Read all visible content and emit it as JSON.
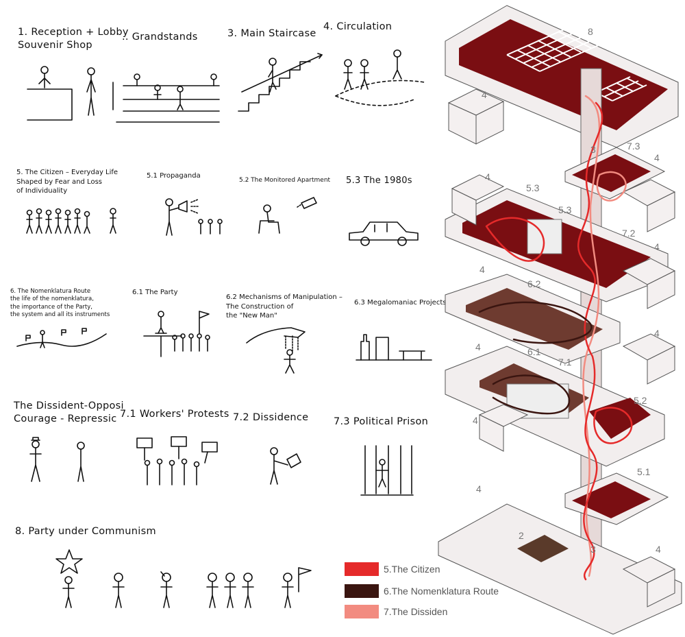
{
  "colors": {
    "citizen": "#e52a2a",
    "nomenklatura": "#3a1510",
    "dissident": "#f28b80",
    "floor_dark": "#7a0e12",
    "floor_brown": "#6e3b30"
  },
  "spaces": [
    {
      "id": "1",
      "text": "1.  Reception + Lobby\n     Souvenir Shop"
    },
    {
      "id": "2",
      "text": "..  Grandstands"
    },
    {
      "id": "3",
      "text": "3.  Main Staircase"
    },
    {
      "id": "4",
      "text": "4.  Circulation"
    },
    {
      "id": "5",
      "text": "5.  The Citizen – Everyday Life\n     Shaped by Fear and Loss\n     of Individuality"
    },
    {
      "id": "5.1",
      "text": "5.1  Propaganda"
    },
    {
      "id": "5.2",
      "text": "5.2  The Monitored Apartment"
    },
    {
      "id": "5.3",
      "text": "5.3  The 1980s"
    },
    {
      "id": "6",
      "text": "6.  The Nomenklatura Route\n     the life of the nomenklatura,\n     the importance of the Party,\n     the system and all its instruments"
    },
    {
      "id": "6.1",
      "text": "6.1  The Party"
    },
    {
      "id": "6.2",
      "text": "6.2  Mechanisms of Manipulation –\n       The Construction of\n       the \"New Man\""
    },
    {
      "id": "6.3",
      "text": "6.3  Megalomaniac Projects"
    },
    {
      "id": "7",
      "text": "The Dissident-Opposi\nCourage  -  Repressic"
    },
    {
      "id": "7.1",
      "text": "7.1  Workers' Protests"
    },
    {
      "id": "7.2",
      "text": "7.2  Dissidence"
    },
    {
      "id": "7.3",
      "text": "7.3  Political Prison"
    },
    {
      "id": "8",
      "text": "8.  Party under Communism"
    }
  ],
  "tower_labels": [
    "8",
    "4",
    "3",
    "7.3",
    "4",
    "4",
    "5.3",
    "5.3",
    "7.2",
    "4",
    "4",
    "6.2",
    "4",
    "6.1",
    "7.1",
    "4",
    "5.2",
    "4",
    "5.1",
    "4",
    "2",
    "3",
    "4"
  ],
  "legend": [
    {
      "label": "5.The Citizen",
      "color": "#e52a2a"
    },
    {
      "label": "6.The Nomenklatura Route",
      "color": "#3a1510"
    },
    {
      "label": "7.The Dissiden",
      "color": "#f28b80"
    }
  ]
}
